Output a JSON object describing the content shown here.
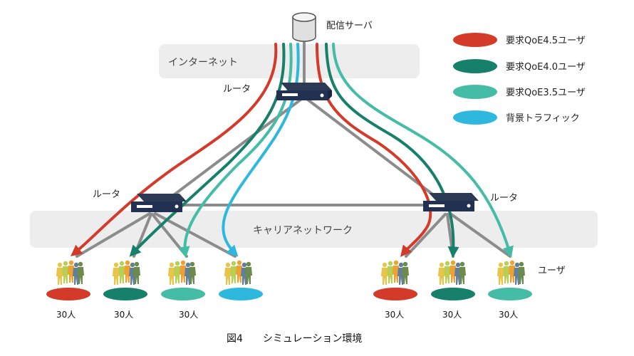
{
  "server": {
    "label": "配信サーバ"
  },
  "internet_band": {
    "label": "インターネット"
  },
  "carrier_band": {
    "label": "キャリアネットワーク"
  },
  "routers": {
    "top": "ルータ",
    "left": "ルータ",
    "right": "ルータ"
  },
  "users_label": "ユーザ",
  "legend": [
    {
      "label": "要求QoE4.5ユーザ",
      "color": "#d43a2a"
    },
    {
      "label": "要求QoE4.0ユーザ",
      "color": "#16806a"
    },
    {
      "label": "要求QoE3.5ユーザ",
      "color": "#45bca6"
    },
    {
      "label": "背景トラフィック",
      "color": "#2fb8de"
    }
  ],
  "user_groups": [
    {
      "count": "30人",
      "color": "#d43a2a"
    },
    {
      "count": "30人",
      "color": "#16806a"
    },
    {
      "count": "30人",
      "color": "#45bca6"
    },
    {
      "count": "",
      "color": "#2fb8de"
    },
    {
      "count": "30人",
      "color": "#d43a2a"
    },
    {
      "count": "30人",
      "color": "#16806a"
    },
    {
      "count": "30人",
      "color": "#45bca6"
    }
  ],
  "caption": "図4　　シミュレーション環境"
}
